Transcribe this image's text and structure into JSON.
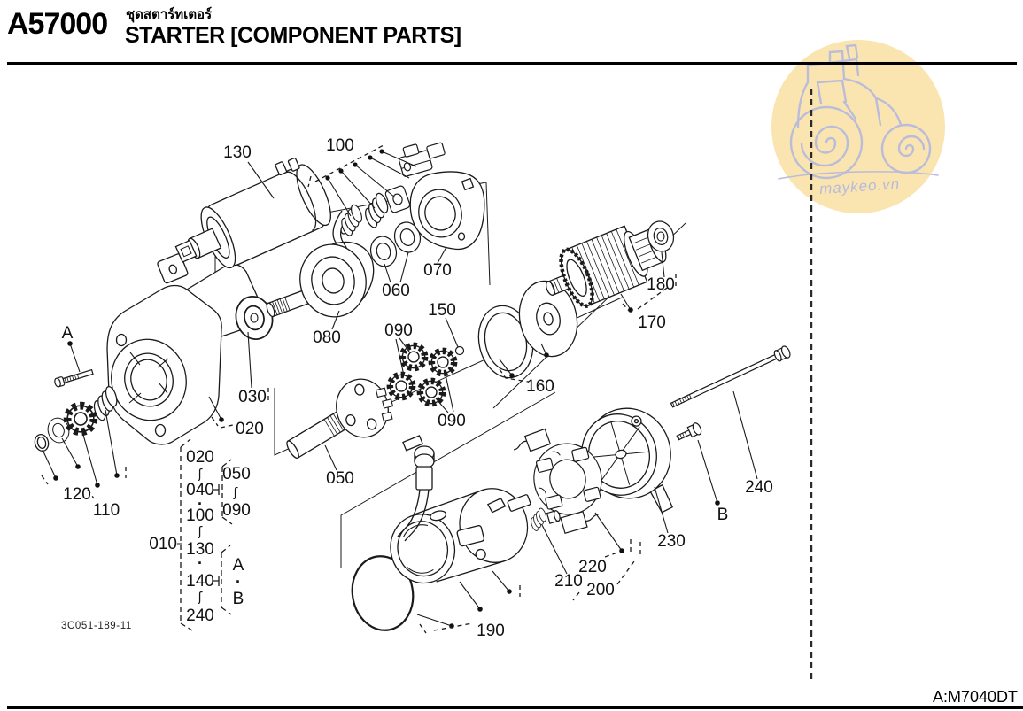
{
  "header": {
    "section_code": "A57000",
    "title_thai": "ชุดสตาร์ทเตอร์",
    "title_en": "STARTER [COMPONENT PARTS]"
  },
  "watermark": {
    "site": "maykeo.vn"
  },
  "footer": {
    "model_code": "A:M7040DT"
  },
  "diagram": {
    "figure_code": "3C051-189-11",
    "callouts": {
      "a": "A",
      "b": "B",
      "n010": "010",
      "n020": "020",
      "n030": "030",
      "n050": "050",
      "n060": "060",
      "n070": "070",
      "n080": "080",
      "n090": "090",
      "n100": "100",
      "n110": "110",
      "n120": "120",
      "n130": "130",
      "n150": "150",
      "n160": "160",
      "n170": "170",
      "n180": "180",
      "n190": "190",
      "n200": "200",
      "n210": "210",
      "n220": "220",
      "n230": "230",
      "n240": "240"
    },
    "legend": {
      "group": "010",
      "main": [
        "020",
        "ʃ",
        "040",
        "·",
        "100",
        "ʃ",
        "130",
        "·",
        "140",
        "ʃ",
        "240"
      ],
      "sub_range": [
        "050",
        "ʃ",
        "090"
      ],
      "sub_ref": [
        "A",
        "·",
        "B"
      ]
    }
  },
  "colors": {
    "ink": "#1a1a1a",
    "watermark_fill": "#fae5b0",
    "watermark_line": "#b7badd"
  }
}
